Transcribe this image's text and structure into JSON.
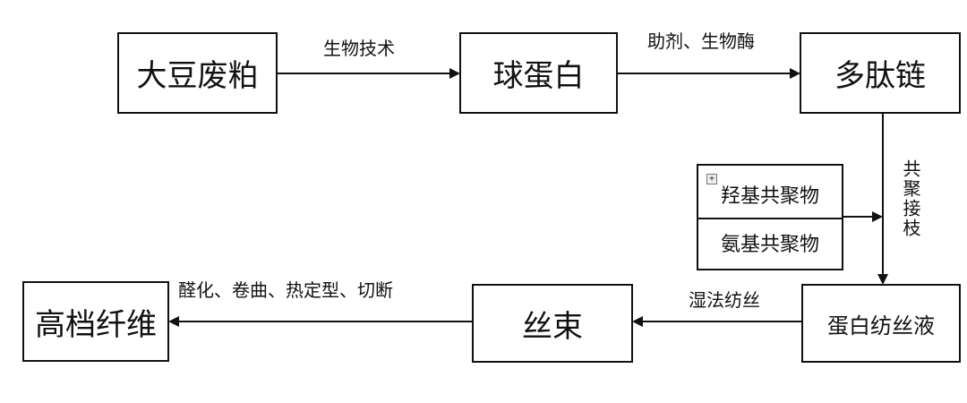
{
  "nodes": {
    "soy_meal": "大豆废粕",
    "globulin": "球蛋白",
    "polypeptide": "多肽链",
    "spinning_solution": "蛋白纺丝液",
    "tow": "丝束",
    "high_grade_fiber": "高档纤维"
  },
  "copolymers": {
    "hydroxyl": "羟基共聚物",
    "amino": "氨基共聚物"
  },
  "edges": {
    "biotech": "生物技术",
    "additive_enzyme": "助剂、生物酶",
    "graft": "共聚接枝",
    "wet_spinning": "湿法纺丝",
    "post_processing": "醛化、卷曲、热定型、切断"
  },
  "icons": {
    "expand": "+"
  }
}
